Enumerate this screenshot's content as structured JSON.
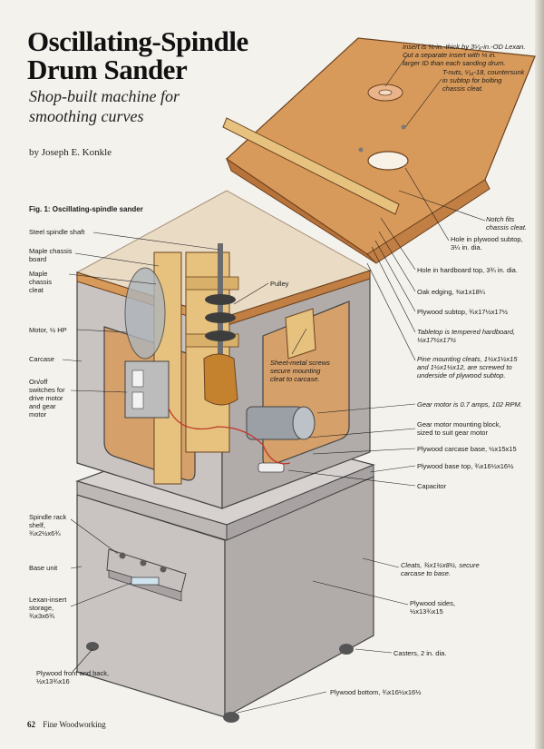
{
  "article": {
    "title_line1": "Oscillating-Spindle",
    "title_line2": "Drum Sander",
    "subtitle": "Shop-built machine for smoothing curves",
    "byline": "by Joseph E. Konkle"
  },
  "figure": {
    "title": "Fig. 1: Oscillating-spindle sander",
    "labels": {
      "steel_spindle_shaft": "Steel spindle shaft",
      "maple_chassis_board": "Maple chassis\nboard",
      "maple_chassis_cleat": "Maple\nchassis\ncleat",
      "pulley": "Pulley",
      "motor": "Motor, ½ HP",
      "carcase": "Carcase",
      "onoff_switches": "On/off\nswitches for\ndrive motor\nand gear\nmotor",
      "sheet_metal_screws": "Sheet-metal screws\nsecure mounting\ncleat to carcase.",
      "insert_note": "Insert is ¼-in.-thick by 3⁵⁄₈-in.-OD Lexan.\nCut a separate insert with ¼ in.\nlarger ID than each sanding drum.",
      "tnuts_note": "T-nuts, ⁵⁄₁₆-18, countersunk\nin subtop for bolting\nchassis cleat.",
      "notch_note": "Notch fits\nchassis cleat.",
      "hole_plywood_subtop": "Hole in plywood subtop,\n3¼ in. dia.",
      "hole_hardboard_top": "Hole in hardboard top, 3¾ in. dia.",
      "oak_edging": "Oak edging, ⅜x1x18¼",
      "plywood_subtop": "Plywood subtop, ¾x17½x17½",
      "tabletop": "Tabletop is tempered hardboard,\n¼x17½x17½",
      "pine_cleats": "Pine mounting cleats, 1½x1½x15\nand 1½x1½x12, are screwed to\nunderside of plywood subtop.",
      "gear_motor": "Gear motor is 0.7 amps, 102 RPM.",
      "gear_motor_block": "Gear motor mounting block,\nsized to suit gear motor",
      "carcase_base": "Plywood carcase base, ½x15x15",
      "plywood_base_top": "Plywood base top, ¾x16½x16½",
      "capacitor": "Capacitor",
      "spindle_rack": "Spindle rack\nshelf,\n¾x2½x6¾",
      "base_unit": "Base unit",
      "lexan_storage": "Lexan-insert\nstorage,\n¾x3x6¾",
      "cleats_note": "Cleats, ¾x1½x8½, secure\ncarcase to base.",
      "plywood_sides": "Plywood sides,\n½x13¾x15",
      "casters": "Casters, 2 in. dia.",
      "front_back": "Plywood front and back,\n½x13¾x16",
      "plywood_bottom": "Plywood bottom, ¾x16½x16½"
    }
  },
  "footer": {
    "page": "62",
    "magazine": "Fine Woodworking"
  },
  "colors": {
    "wood": "#d89a5a",
    "wood_dark": "#b8733a",
    "panel_gray": "#c9c4c1",
    "panel_gray_dark": "#a8a3a2",
    "maple": "#e6c27e",
    "motor_gray": "#9aa0a6",
    "lexan": "#cfe4ee",
    "brass": "#c4822f",
    "leader": "#222222"
  }
}
